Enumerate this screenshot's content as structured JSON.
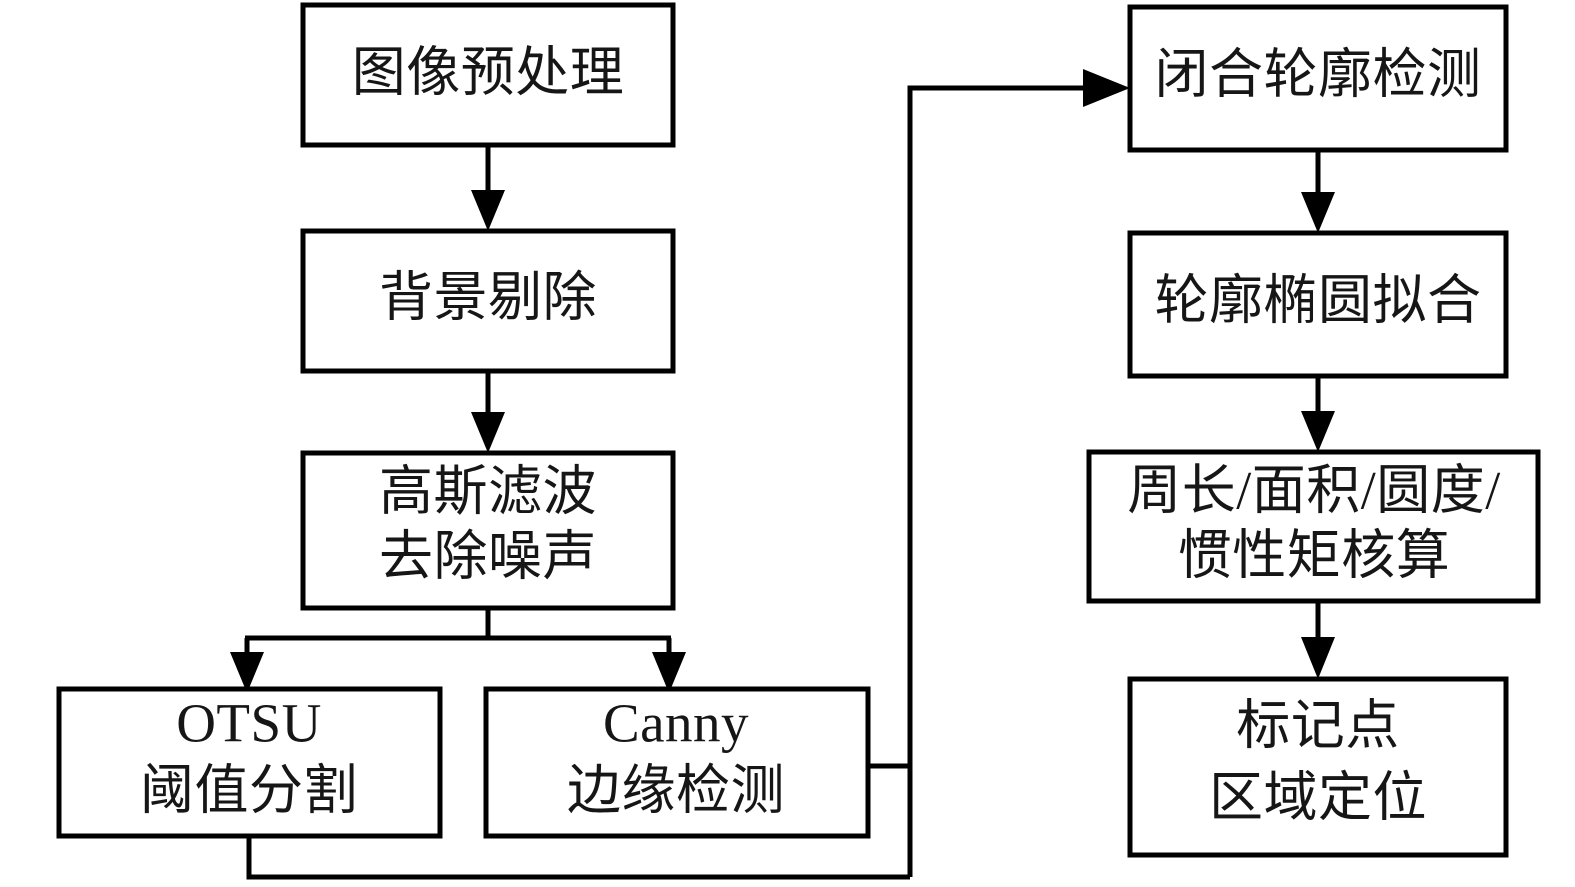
{
  "diagram": {
    "type": "flowchart",
    "title": "",
    "orientation": "two-column",
    "background_color": "#ffffff",
    "line_color": "#000000",
    "text_color": "#161616",
    "nodes": [
      {
        "id": "image-preprocessing",
        "lines": [
          "图像预处理"
        ],
        "column": "left",
        "order": 1
      },
      {
        "id": "background-removal",
        "lines": [
          "背景剔除"
        ],
        "column": "left",
        "order": 2
      },
      {
        "id": "gaussian-denoise",
        "lines": [
          "高斯滤波",
          "去除噪声"
        ],
        "column": "left",
        "order": 3
      },
      {
        "id": "otsu-threshold",
        "lines": [
          "OTSU",
          "阈值分割"
        ],
        "column": "left",
        "order": 4
      },
      {
        "id": "canny-edge",
        "lines": [
          "Canny",
          "边缘检测"
        ],
        "column": "left",
        "order": 5
      },
      {
        "id": "closed-contour-detection",
        "lines": [
          "闭合轮廓检测"
        ],
        "column": "right",
        "order": 1
      },
      {
        "id": "contour-ellipse-fitting",
        "lines": [
          "轮廓椭圆拟合"
        ],
        "column": "right",
        "order": 2
      },
      {
        "id": "metrics-calculation",
        "lines": [
          "周长/面积/圆度/",
          "惯性矩核算"
        ],
        "column": "right",
        "order": 3
      },
      {
        "id": "marker-localization",
        "lines": [
          "标记点",
          "区域定位"
        ],
        "column": "right",
        "order": 4
      }
    ],
    "edges": [
      {
        "from": "image-preprocessing",
        "to": "background-removal",
        "style": "straight-arrow"
      },
      {
        "from": "background-removal",
        "to": "gaussian-denoise",
        "style": "straight-arrow"
      },
      {
        "from": "gaussian-denoise",
        "to": "otsu-threshold",
        "style": "split-arrow"
      },
      {
        "from": "gaussian-denoise",
        "to": "canny-edge",
        "style": "split-arrow"
      },
      {
        "from": "otsu-threshold",
        "to": "closed-contour-detection",
        "style": "routed-arrow"
      },
      {
        "from": "canny-edge",
        "to": "closed-contour-detection",
        "style": "routed-arrow"
      },
      {
        "from": "closed-contour-detection",
        "to": "contour-ellipse-fitting",
        "style": "straight-arrow"
      },
      {
        "from": "contour-ellipse-fitting",
        "to": "metrics-calculation",
        "style": "straight-arrow"
      },
      {
        "from": "metrics-calculation",
        "to": "marker-localization",
        "style": "straight-arrow"
      }
    ]
  },
  "labels": {
    "n1_l1": "图像预处理",
    "n2_l1": "背景剔除",
    "n3_l1": "高斯滤波",
    "n3_l2": "去除噪声",
    "n4_l1": "OTSU",
    "n4_l2": "阈值分割",
    "n5_l1": "Canny",
    "n5_l2": "边缘检测",
    "n6_l1": "闭合轮廓检测",
    "n7_l1": "轮廓椭圆拟合",
    "n8_l1": "周长/面积/圆度/",
    "n8_l2": "惯性矩核算",
    "n9_l1": "标记点",
    "n9_l2": "区域定位"
  }
}
